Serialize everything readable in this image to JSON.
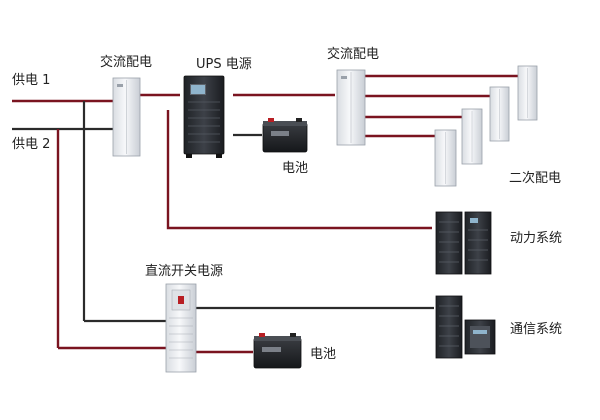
{
  "labels": {
    "supply1": "供电 1",
    "supply2": "供电 2",
    "ac_dist_left": "交流配电",
    "ups": "UPS 电源",
    "ac_dist_right": "交流配电",
    "battery_top": "电池",
    "secondary_dist": "二次配电",
    "power_system": "动力系统",
    "dc_switch_power": "直流开关电源",
    "battery_bottom": "电池",
    "comm_system": "通信系统"
  },
  "colors": {
    "wire_red": "#7a1420",
    "wire_dark": "#2b2b2b",
    "cabinet": "#eef0f3",
    "rack": "#2e3136"
  }
}
